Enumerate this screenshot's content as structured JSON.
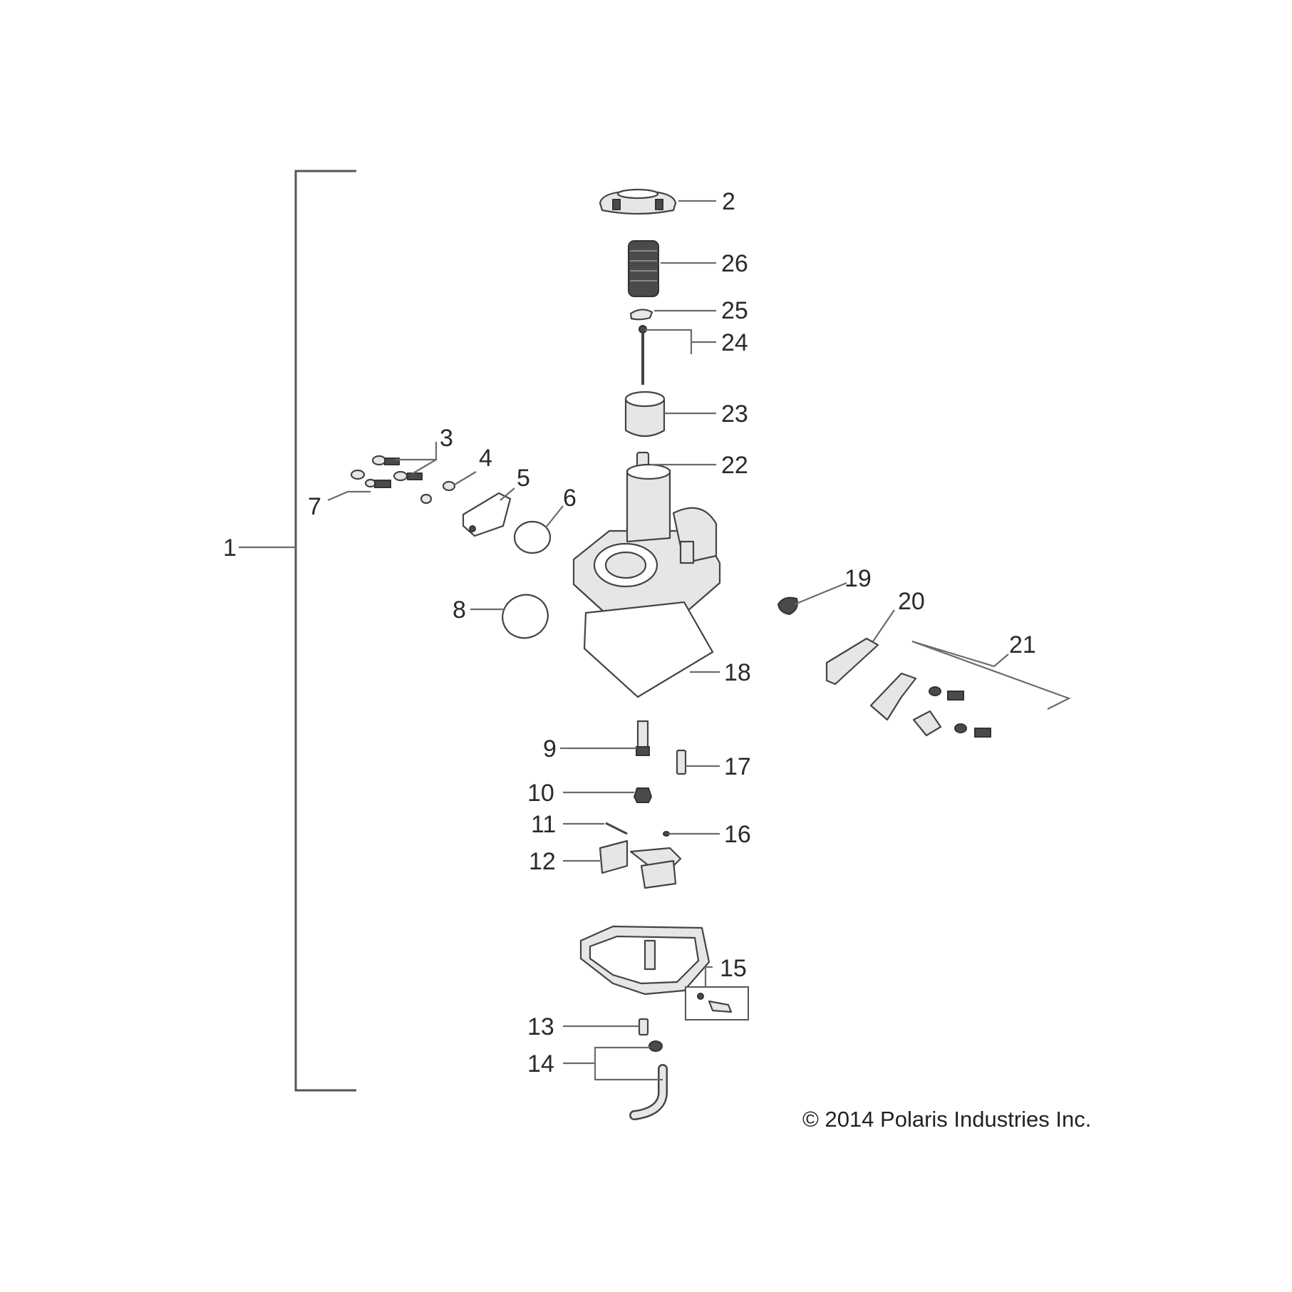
{
  "diagram": {
    "callouts": [
      "1",
      "2",
      "3",
      "4",
      "5",
      "6",
      "7",
      "8",
      "9",
      "10",
      "11",
      "12",
      "13",
      "14",
      "15",
      "16",
      "17",
      "18",
      "19",
      "20",
      "21",
      "22",
      "23",
      "24",
      "25",
      "26"
    ]
  },
  "copyright": "© 2014 Polaris Industries Inc."
}
